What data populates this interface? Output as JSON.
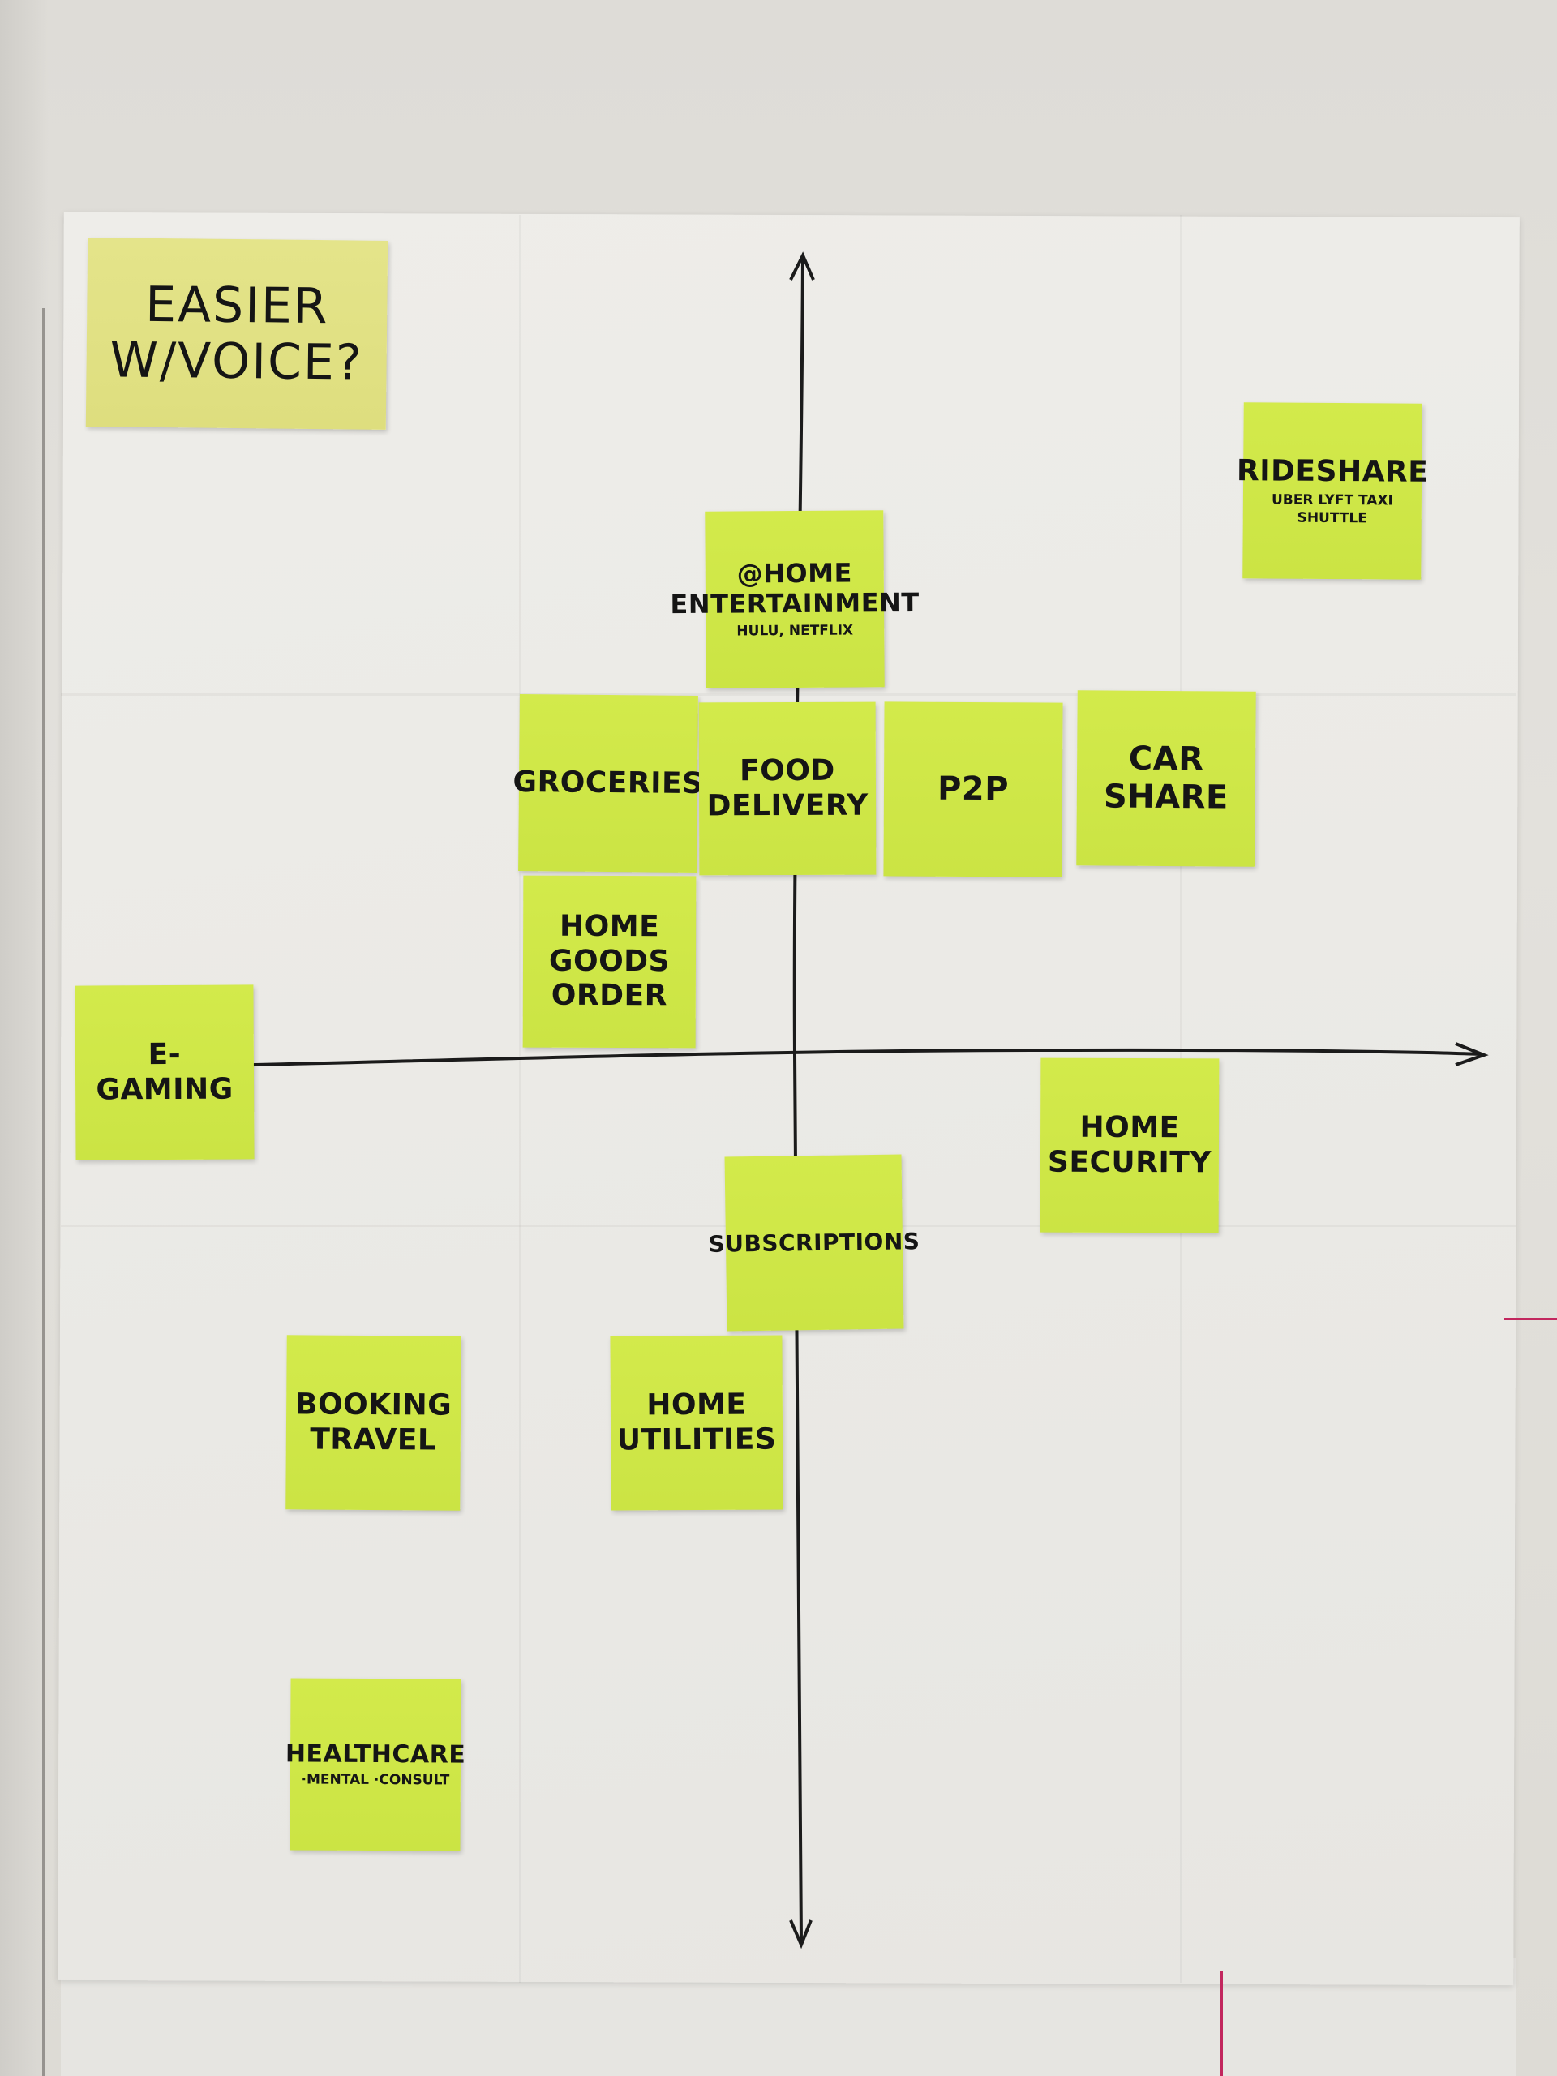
{
  "question_note": {
    "text": "EASIER W/VOICE?"
  },
  "notes": {
    "home_entertainment": {
      "title": "@HOME ENTERTAINMENT",
      "sub": "HULU, NETFLIX"
    },
    "rideshare": {
      "title": "RIDESHARE",
      "sub": "UBER LYFT TAXI SHUTTLE"
    },
    "groceries": {
      "title": "GROCERIES"
    },
    "food_delivery": {
      "title": "FOOD DELIVERY"
    },
    "p2p": {
      "title": "P2P"
    },
    "car_share": {
      "title": "CAR SHARE"
    },
    "home_goods": {
      "title": "HOME GOODS ORDER"
    },
    "e_gaming": {
      "title": "E-GAMING"
    },
    "home_security": {
      "title": "HOME SECURITY"
    },
    "subscriptions": {
      "title": "SUBSCRIPTIONS"
    },
    "booking_travel": {
      "title": "BOOKING TRAVEL"
    },
    "home_utilities": {
      "title": "HOME UTILITIES"
    },
    "healthcare": {
      "title": "HEALTHCARE",
      "sub": "·MENTAL ·CONSULT"
    }
  }
}
